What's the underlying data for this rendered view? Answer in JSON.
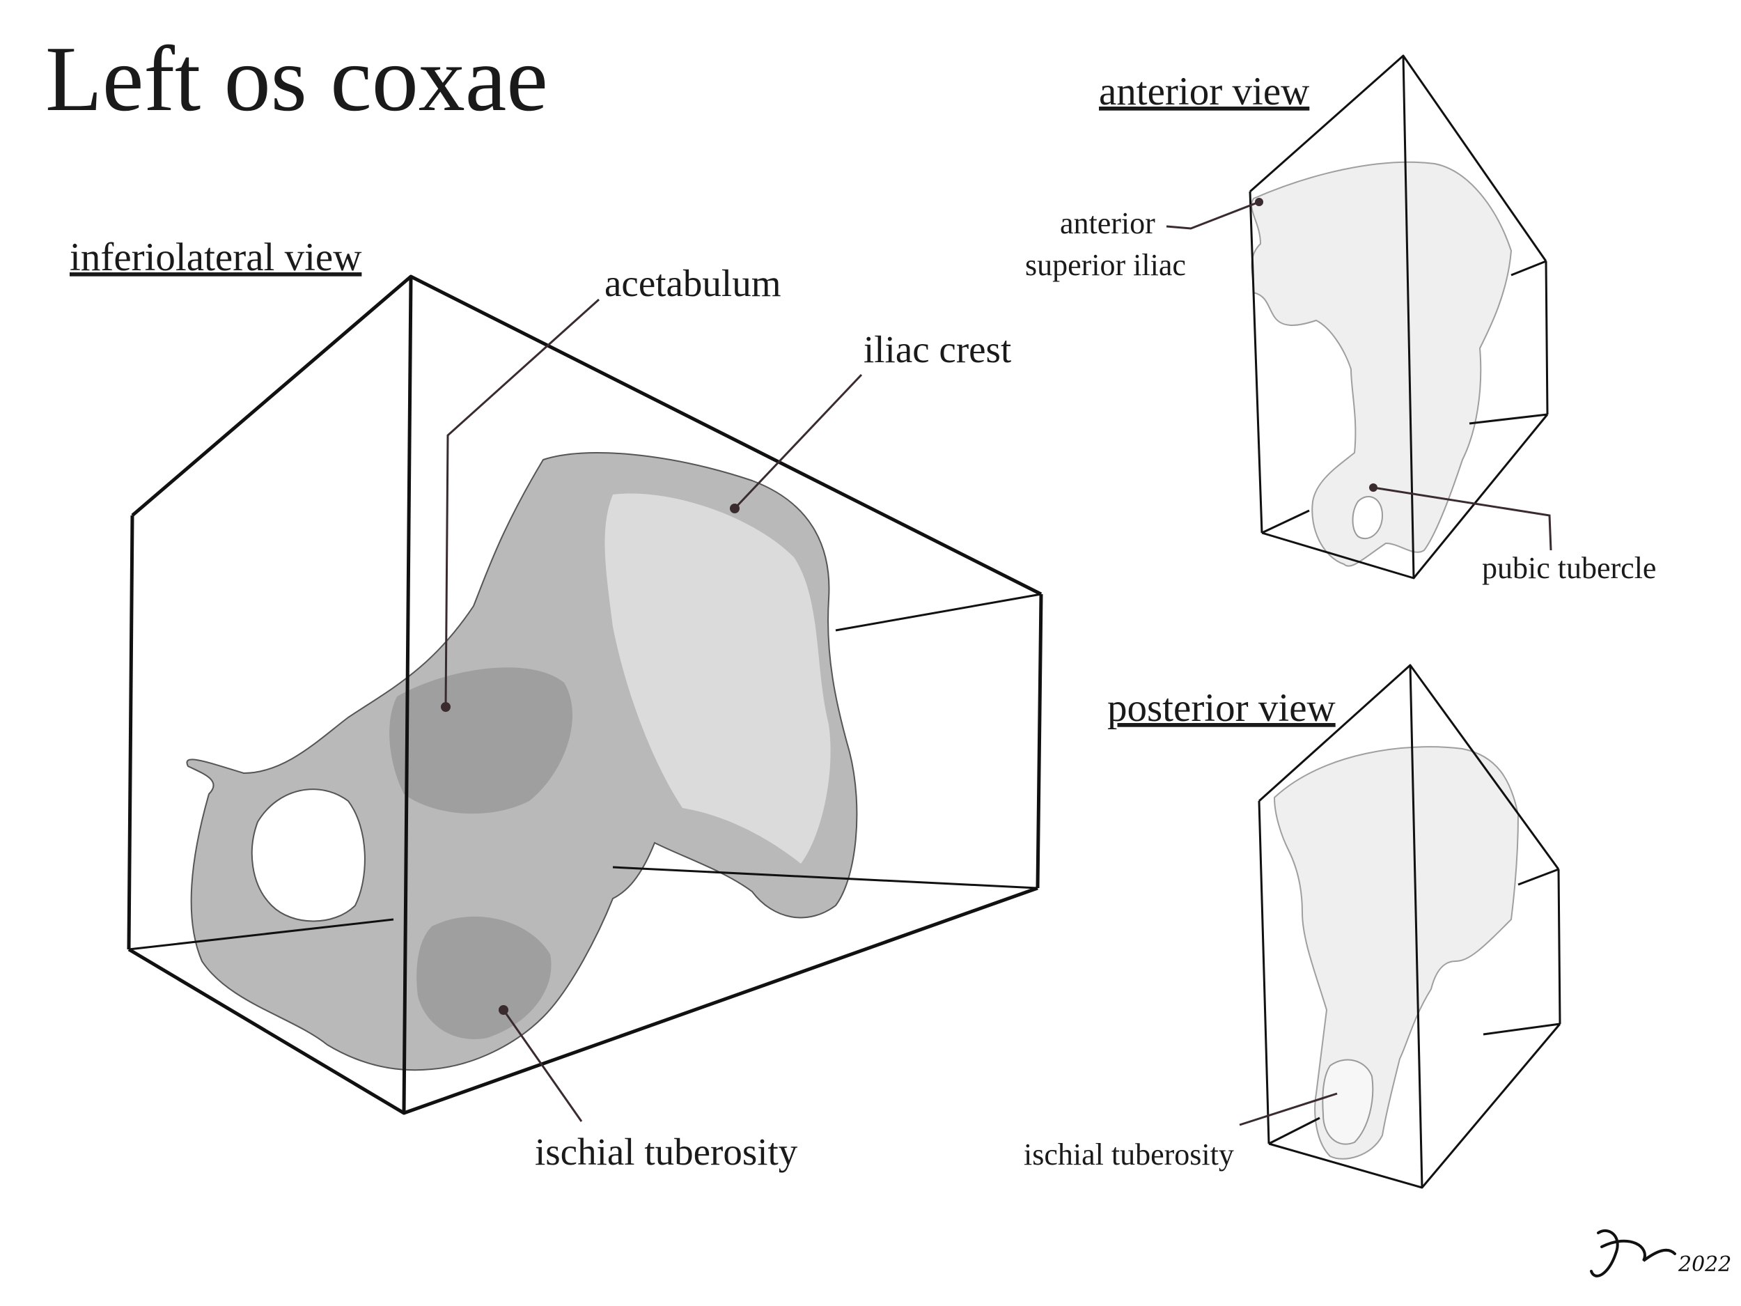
{
  "title": "Left os coxae",
  "views": {
    "inferiolateral": {
      "heading": "inferiolateral view",
      "labels": {
        "acetabulum": "acetabulum",
        "iliac_crest": "iliac crest",
        "ischial_tuberosity": "ischial tuberosity"
      }
    },
    "anterior": {
      "heading": "anterior view",
      "labels": {
        "asis_line1": "anterior",
        "asis_line2": "superior  iliac",
        "pubic_tubercle": "pubic tubercle"
      }
    },
    "posterior": {
      "heading": "posterior view",
      "labels": {
        "ischial_tuberosity": "ischial tuberosity"
      }
    }
  },
  "signature": "2022",
  "colors": {
    "leader": "#3a2b2e",
    "outline": "#111111",
    "bone": "#b9b9b9"
  }
}
